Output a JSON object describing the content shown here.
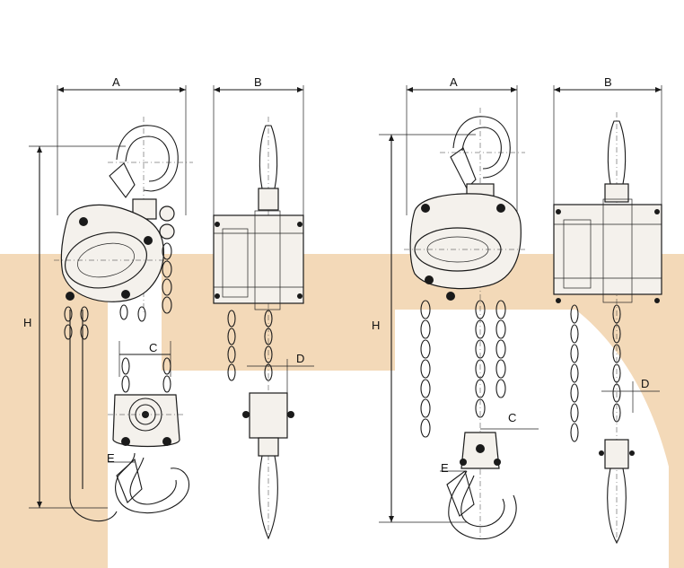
{
  "colors": {
    "band": "#f3d9b8",
    "ink": "#1a1a1a",
    "paper": "#ffffff"
  },
  "diagram_left": {
    "front_width_label": "A",
    "side_width_label": "B",
    "height_label": "H",
    "chain_spacing_label": "C",
    "chain_offset_label": "D",
    "hook_label": "E"
  },
  "diagram_right": {
    "front_width_label": "A",
    "side_width_label": "B",
    "height_label": "H",
    "chain_spacing_label": "C",
    "chain_offset_label": "D",
    "hook_label": "E"
  }
}
